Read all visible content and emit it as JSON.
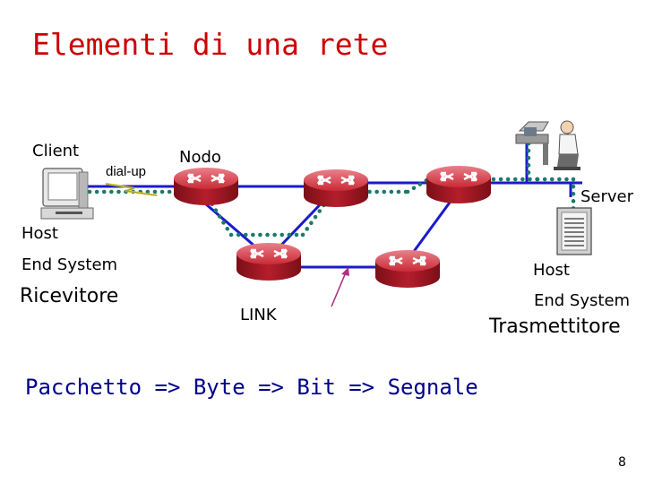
{
  "title": "Elementi di una rete",
  "labels": {
    "client": "Client",
    "nodo": "Nodo",
    "dialup": "dial-up",
    "server": "Server",
    "host_left": "Host",
    "end_system_left": "End System",
    "ricevitore": "Ricevitore",
    "link": "LINK",
    "host_right": "Host",
    "end_system_right": "End System",
    "trasmettitore": "Trasmettitore"
  },
  "footer": "Pacchetto => Byte => Bit => Segnale",
  "page_number": "8",
  "colors": {
    "title": "#cc0000",
    "footer": "#00008b",
    "link_line": "#1a1acc",
    "path_dots": "#1a7a6a",
    "router": "#c4202c",
    "pointer_arrow": "#b03080"
  },
  "icons": [
    "client-computer-icon",
    "router-icon",
    "server-icon",
    "workstation-user-icon",
    "pointer-arrow-icon"
  ]
}
